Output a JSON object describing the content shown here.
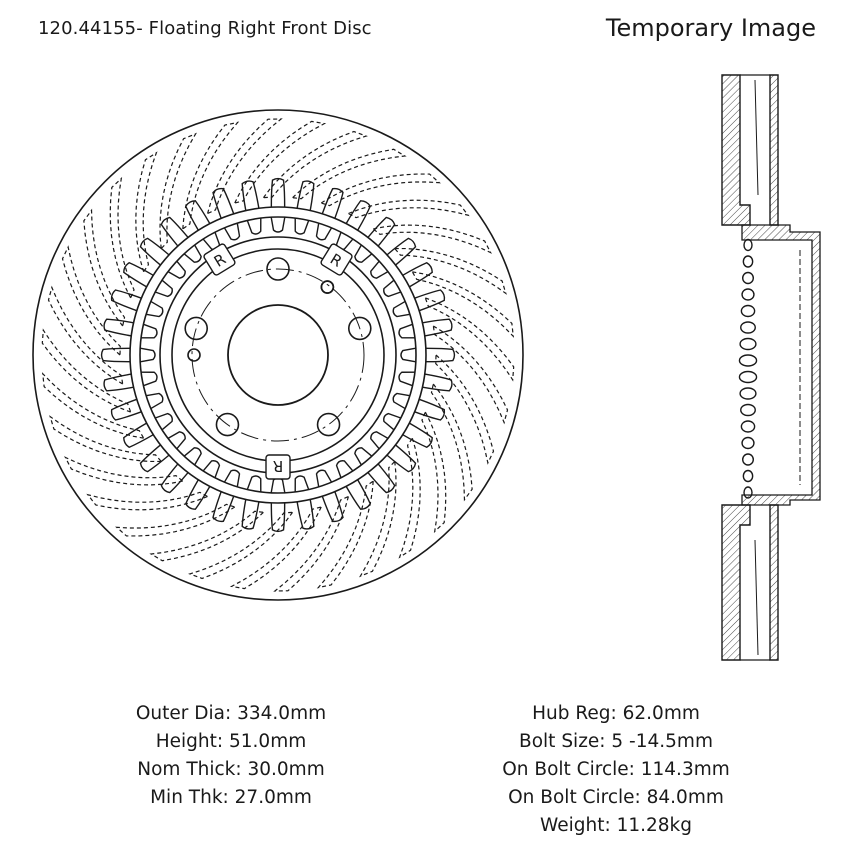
{
  "header": {
    "title": "120.44155- Floating Right Front Disc",
    "temporary_label": "Temporary Image"
  },
  "rotor_marks": [
    "R",
    "R",
    "R"
  ],
  "specs_left": [
    "Outer Dia: 334.0mm",
    "Height: 51.0mm",
    "Nom Thick: 30.0mm",
    "Min Thk: 27.0mm"
  ],
  "specs_right": [
    "Hub Reg: 62.0mm",
    "Bolt Size: 5 -14.5mm",
    "On Bolt Circle: 114.3mm",
    "On Bolt Circle: 84.0mm",
    "Weight: 11.28kg"
  ],
  "colors": {
    "line": "#1a1a1a",
    "background": "#ffffff"
  }
}
